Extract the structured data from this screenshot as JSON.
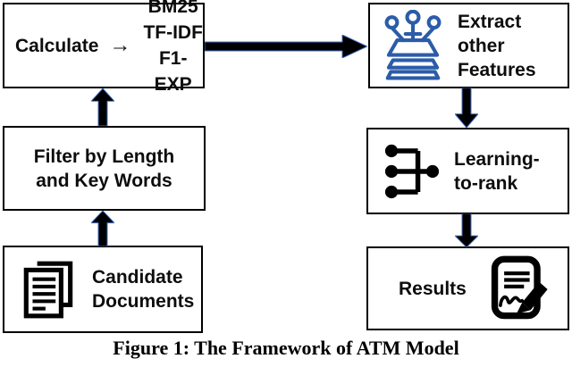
{
  "caption": "Figure 1: The Framework of ATM Model",
  "colors": {
    "icon_blue": "#2b5ca8",
    "arrow_fill": "#000000",
    "arrow_edge": "#4472c4"
  },
  "boxes": {
    "calculate": {
      "label": "Calculate",
      "arrow_glyph": "→",
      "items": [
        "BM25",
        "TF-IDF",
        "F1-EXP"
      ]
    },
    "extract": {
      "line1": "Extract other",
      "line2": "Features",
      "icon": "feature-layers-icon"
    },
    "filter": {
      "line1": "Filter by Length",
      "line2": "and Key Words"
    },
    "learning_to_rank": {
      "line1": "Learning-",
      "line2": "to-rank",
      "icon": "rank-tree-icon"
    },
    "candidate": {
      "line1": "Candidate",
      "line2": "Documents",
      "icon": "documents-icon"
    },
    "results": {
      "label": "Results",
      "icon": "signed-document-icon"
    }
  }
}
